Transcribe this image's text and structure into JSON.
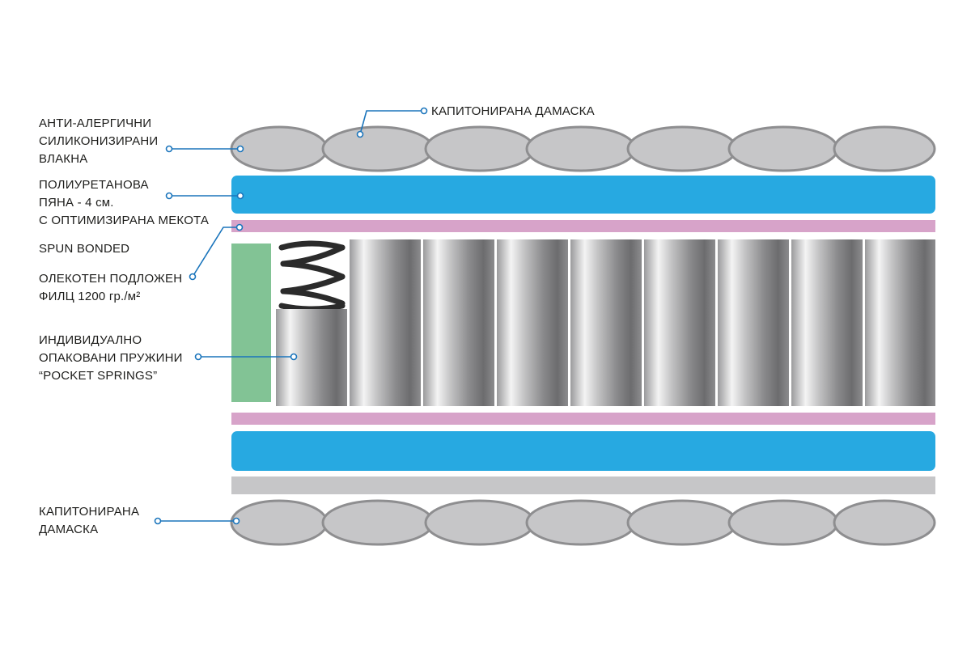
{
  "labels": {
    "top_damask": "КАПИТОНИРАНА  ДАМАСКА",
    "fibers": [
      "АНТИ-АЛЕРГИЧНИ",
      "СИЛИКОНИЗИРАНИ",
      "ВЛАКНА"
    ],
    "foam": [
      "ПОЛИУРЕТАНОВА",
      "ПЯНА - 4 см.",
      "С ОПТИМИЗИРАНА МЕКОТА"
    ],
    "spun_bonded": "SPUN BONDED",
    "felt": [
      "ОЛЕКОТЕН ПОДЛОЖЕН",
      "ФИЛЦ 1200 гр./м²"
    ],
    "springs": [
      "ИНДИВИДУАЛНО",
      "ОПАКОВАНИ ПРУЖИНИ",
      "“POCKET SPRINGS”"
    ],
    "bottom_damask": [
      "КАПИТОНИРАНА",
      "ДАМАСКА"
    ]
  },
  "colors": {
    "damask_fill": "#c6c6c8",
    "damask_stroke": "#8e8e90",
    "foam": "#27a9e1",
    "spun_bonded": "#d7a3c9",
    "felt": "#82c395",
    "base_layer": "#c6c6c8",
    "leader_line": "#1b75bc",
    "text": "#1d1d1b"
  },
  "layers": [
    "quilted damask",
    "silicone fibers",
    "polyurethane foam",
    "spun bonded",
    "pocket springs",
    "felt",
    "spun bonded",
    "polyurethane foam",
    "base layer",
    "quilted damask"
  ],
  "spring_count": 9
}
